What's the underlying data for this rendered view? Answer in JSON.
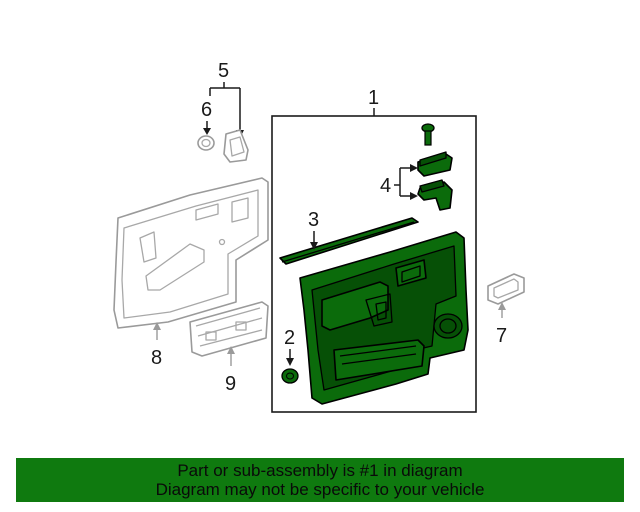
{
  "callouts": {
    "c1": "1",
    "c2": "2",
    "c3": "3",
    "c4": "4",
    "c5": "5",
    "c6": "6",
    "c7": "7",
    "c8": "8",
    "c9": "9"
  },
  "banner": {
    "line1": "Part or sub-assembly is #1 in diagram",
    "line2": "Diagram may not be specific to your vehicle"
  },
  "colors": {
    "highlight": "#0b6b0b",
    "banner": "#0f7a0f"
  }
}
